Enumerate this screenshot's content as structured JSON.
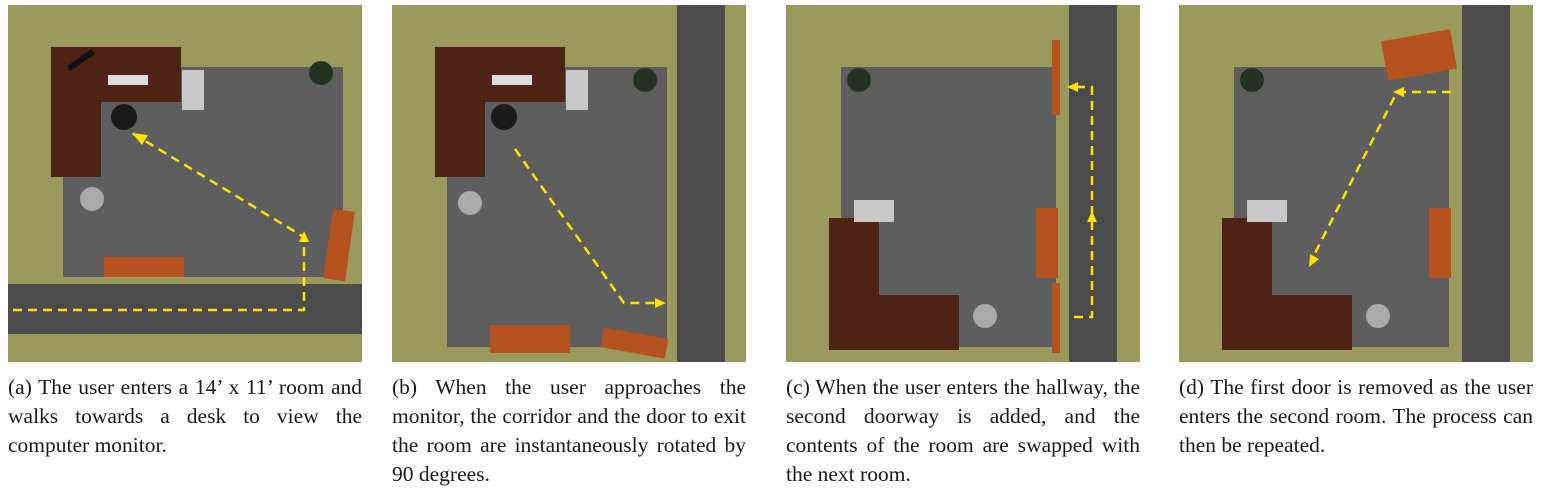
{
  "figure": {
    "panels": [
      {
        "id": "a",
        "caption": "(a) The user enters a 14’ x 11’ room and walks towards a desk to view the computer monitor."
      },
      {
        "id": "b",
        "caption": "(b) When the user approaches the monitor, the corridor and the door to exit the room are instantaneously rotated by 90 degrees."
      },
      {
        "id": "c",
        "caption": "(c) When the user enters the hallway, the second doorway is added, and the contents of the room are swapped with the next room."
      },
      {
        "id": "d",
        "caption": "(d) The first door is removed as the user enters the second room. The process can then be repeated."
      }
    ]
  },
  "colors": {
    "grass": "#9a9a5c",
    "carpet": "#5e5e5e",
    "corridor": "#4b4b4b",
    "desk": "#4e2315",
    "door": "#b5521f",
    "path": "#ffe000",
    "plant": "#223322",
    "chair": "#c8c8c8"
  }
}
